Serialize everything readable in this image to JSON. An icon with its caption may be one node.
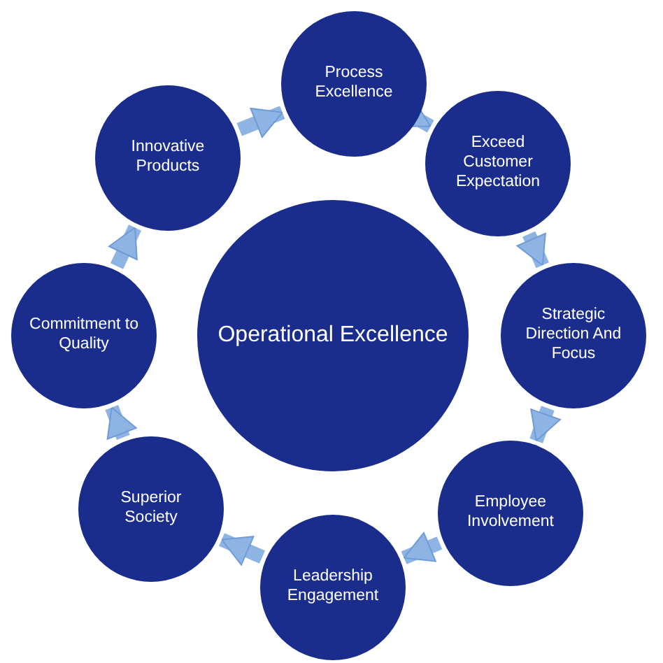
{
  "diagram": {
    "nodes": [
      {
        "text": [
          "Operational Excellence"
        ]
      },
      {
        "text": [
          "Process Excellence"
        ]
      },
      {
        "text": [
          "Exceed Customer Expectation"
        ]
      },
      {
        "text": [
          "Strategic Direction And Focus"
        ]
      },
      {
        "text": [
          "Employee Involvement"
        ]
      },
      {
        "text": [
          "Leadership Engagement"
        ]
      },
      {
        "text": [
          "Superior Society"
        ]
      },
      {
        "text": [
          "Commitment to Quality"
        ]
      },
      {
        "text": [
          "Innovative Products"
        ]
      }
    ],
    "edges": [
      {
        "from": 1,
        "to": 2,
        "arrow": "to"
      },
      {
        "from": 2,
        "to": 3,
        "arrow": "to"
      },
      {
        "from": 3,
        "to": 4,
        "arrow": "to"
      },
      {
        "from": 4,
        "to": 5,
        "arrow": "to"
      },
      {
        "from": 5,
        "to": 6,
        "arrow": "to"
      },
      {
        "from": 6,
        "to": 7,
        "arrow": "to"
      },
      {
        "from": 7,
        "to": 8,
        "arrow": "to"
      },
      {
        "from": 8,
        "to": 1,
        "arrow": "to"
      }
    ]
  }
}
